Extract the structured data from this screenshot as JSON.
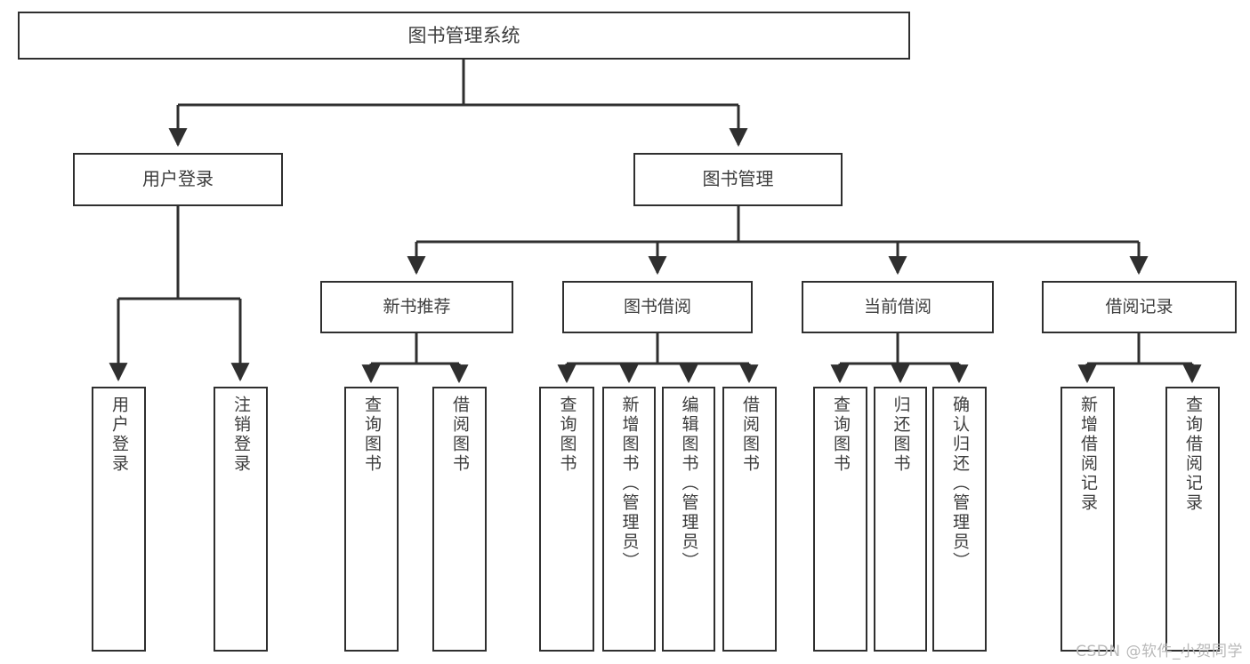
{
  "diagram": {
    "type": "tree",
    "title": "图书管理系统",
    "colors": {
      "box_border": "#2f2f2f",
      "box_fill": "#ffffff",
      "connector": "#2f2f2f",
      "text": "#3d3d3d",
      "watermark": "#b9b9b9",
      "background": "#ffffff"
    },
    "root": {
      "label": "图书管理系统"
    },
    "level1": [
      {
        "label": "用户登录"
      },
      {
        "label": "图书管理"
      }
    ],
    "level2": [
      {
        "label": "新书推荐"
      },
      {
        "label": "图书借阅"
      },
      {
        "label": "当前借阅"
      },
      {
        "label": "借阅记录"
      }
    ],
    "leaves": {
      "user_login": [
        {
          "label": "用户登录"
        },
        {
          "label": "注销登录"
        }
      ],
      "new_book_recommend": [
        {
          "label": "查询图书"
        },
        {
          "label": "借阅图书"
        }
      ],
      "book_borrow": [
        {
          "label": "查询图书"
        },
        {
          "label": "新增图书（管理员）"
        },
        {
          "label": "编辑图书（管理员）"
        },
        {
          "label": "借阅图书"
        }
      ],
      "current_borrow": [
        {
          "label": "查询图书"
        },
        {
          "label": "归还图书"
        },
        {
          "label": "确认归还（管理员）"
        }
      ],
      "borrow_record": [
        {
          "label": "新增借阅记录"
        },
        {
          "label": "查询借阅记录"
        }
      ]
    },
    "watermark": "CSDN @软件_小贺同学"
  }
}
